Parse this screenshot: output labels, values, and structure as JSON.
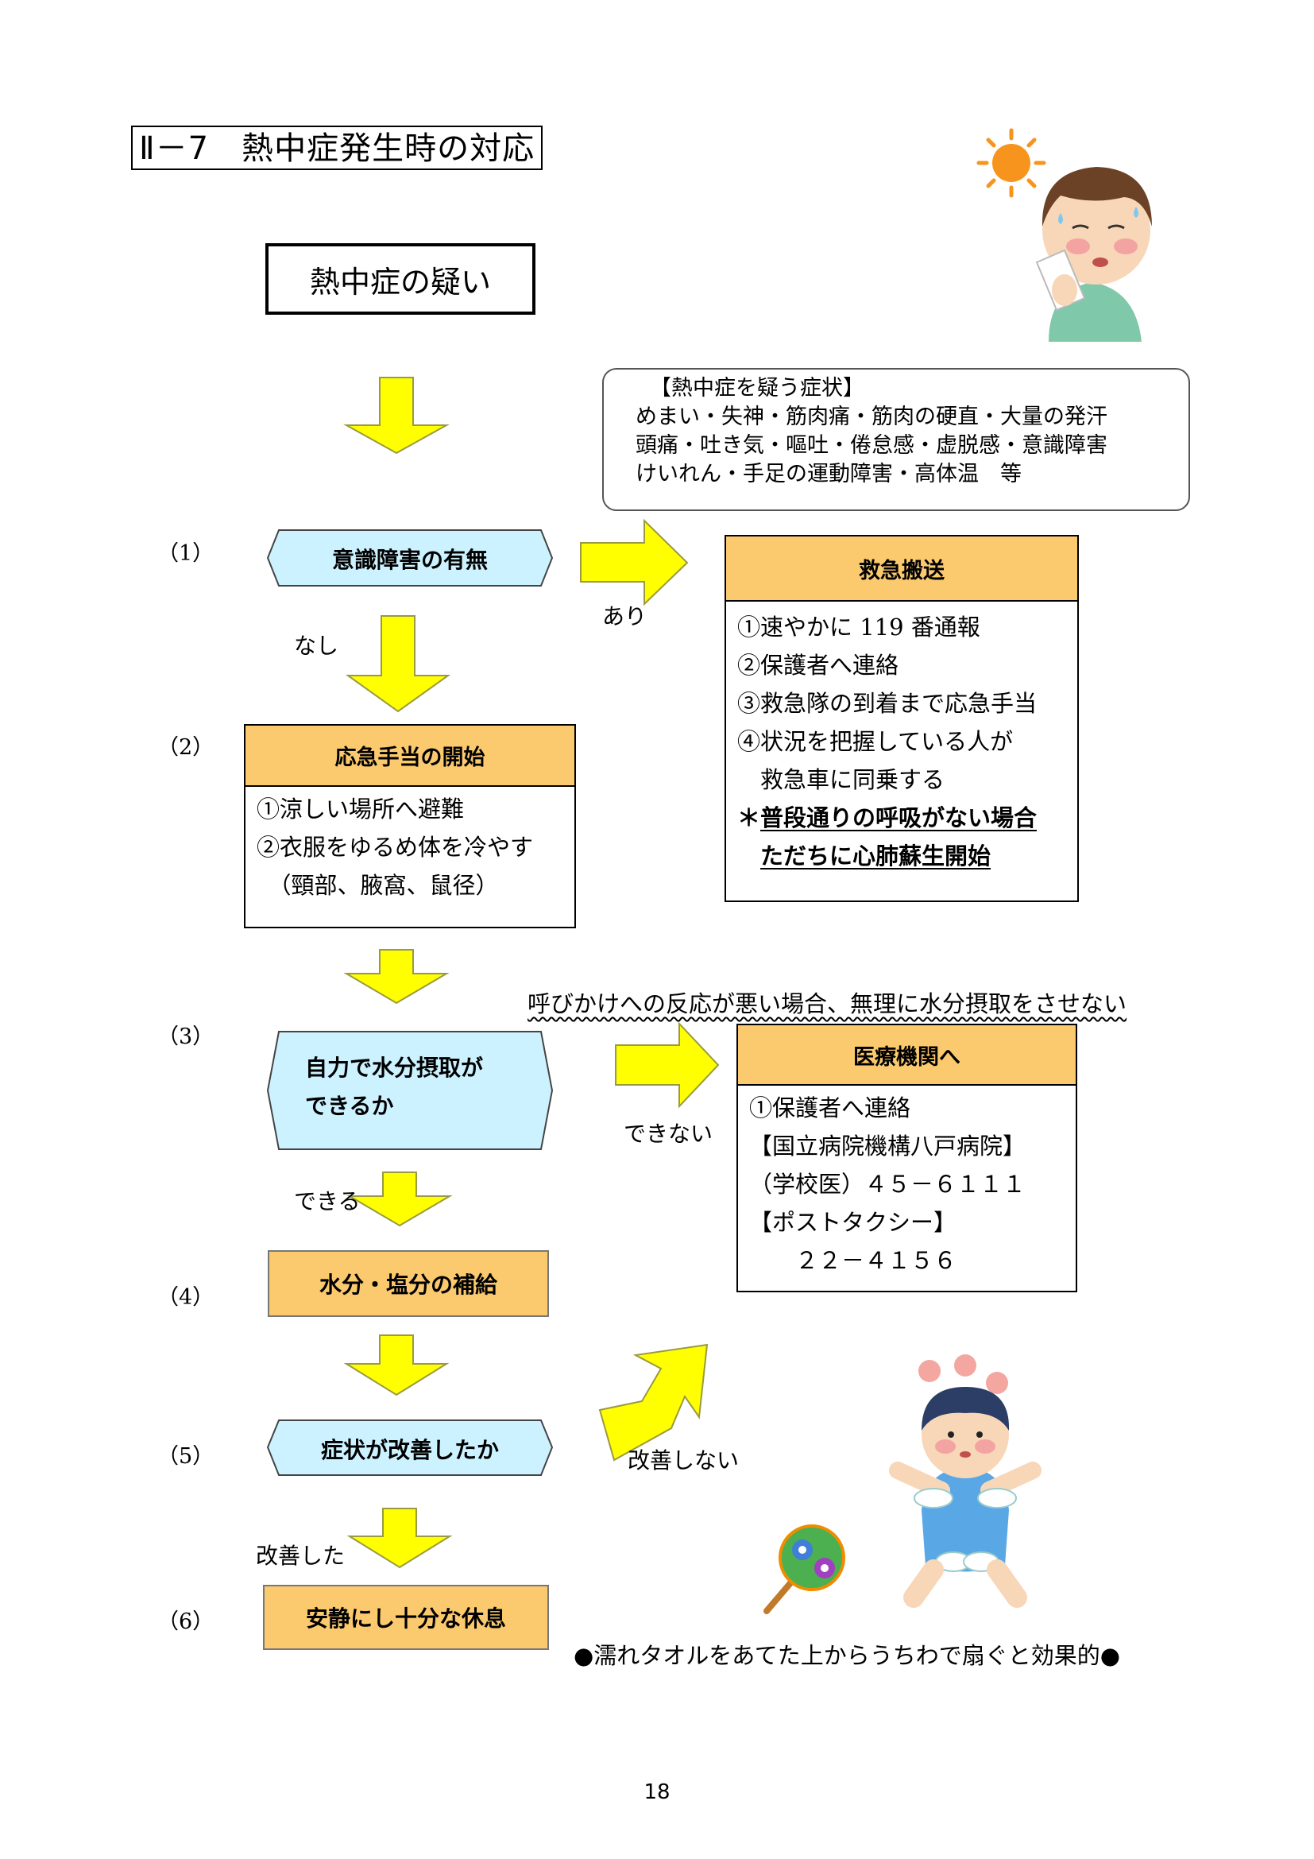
{
  "title": "Ⅱ－7　熱中症発生時の対応",
  "suspicion": "熱中症の疑い",
  "symptoms": {
    "heading": "【熱中症を疑う症状】",
    "lines": [
      "めまい・失神・筋肉痛・筋肉の硬直・大量の発汗",
      "頭痛・吐き気・嘔吐・倦怠感・虚脱感・意識障害",
      "けいれん・手足の運動障害・高体温　等"
    ]
  },
  "steps": [
    "（1）",
    "（2）",
    "（3）",
    "（4）",
    "（5）",
    "（6）"
  ],
  "nodes": {
    "consciousness": "意識障害の有無",
    "first_aid": {
      "title": "応急手当の開始",
      "lines": [
        "①涼しい場所へ避難",
        "②衣服をゆるめ体を冷やす",
        "　（頸部、腋窩、鼠径）"
      ]
    },
    "drink_line1": "自力で水分摂取が",
    "drink_line2": "できるか",
    "supply": "水分・塩分の補給",
    "improved_q": "症状が改善したか",
    "rest": "安静にし十分な休息"
  },
  "labels": {
    "none": "なし",
    "present": "あり",
    "can": "できる",
    "cannot": "できない",
    "not_improved": "改善しない",
    "improved": "改善した"
  },
  "ambulance": {
    "title": "救急搬送",
    "lines": [
      "①速やかに 119 番通報",
      "②保護者へ連絡",
      "③救急隊の到着まで応急手当",
      "④状況を把握している人が",
      "　救急車に同乗する"
    ],
    "note_mark": "＊",
    "note1": "普段通りの呼吸がない場合",
    "note2": "ただちに心肺蘇生開始"
  },
  "warning": "呼びかけへの反応が悪い場合、無理に水分摂取をさせない",
  "hospital": {
    "title": "医療機関へ",
    "lines": [
      "①保護者へ連絡",
      "【国立病院機構八戸病院】",
      "（学校医）４５－６１１１",
      "【ポストタクシー】",
      "　　２２－４１５６"
    ]
  },
  "tip": "●濡れタオルをあてた上からうちわで扇ぐと効果的●",
  "page_number": "18",
  "colors": {
    "arrow": "#ffff00",
    "hex_fill": "#ccf2ff",
    "header_fill": "#fbc96e"
  },
  "illustrations": [
    "sweating-boy-with-sun",
    "baby-with-ice-packs",
    "uchiwa-fan"
  ]
}
